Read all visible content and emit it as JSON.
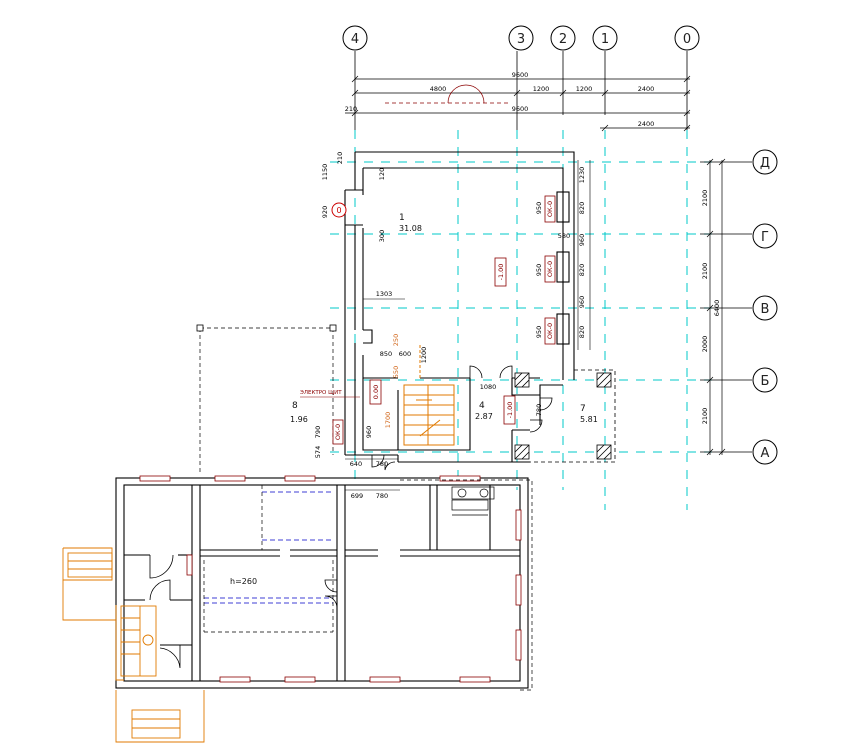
{
  "axes_top": [
    "4",
    "3",
    "2",
    "1",
    "0"
  ],
  "axes_right": [
    "Д",
    "Г",
    "В",
    "Б",
    "А"
  ],
  "dims_top_row1": [
    "9600",
    "4800",
    "1200",
    "1200",
    "2400"
  ],
  "dims_top_row2": [
    "210",
    "9600"
  ],
  "dims_top_row3": [
    "2400"
  ],
  "dims_right": [
    "2100",
    "2100",
    "2000",
    "2100",
    "6400"
  ],
  "rooms": [
    {
      "no": "1",
      "area": "31.08"
    },
    {
      "no": "4",
      "area": "2.87"
    },
    {
      "no": "7",
      "area": "5.81"
    },
    {
      "no": "8",
      "area": "1.96"
    }
  ],
  "windows": [
    "ОК-0",
    "ОК-0",
    "ОК-0",
    "ОК-0"
  ],
  "level_marks": [
    "-1.00",
    "-1.00",
    "0.00"
  ],
  "window_dims": [
    "950",
    "820",
    "950",
    "820",
    "950",
    "820",
    "960",
    "960",
    "1230",
    "580"
  ],
  "misc_dims": [
    "210",
    "1150",
    "120",
    "920",
    "300",
    "1303",
    "850",
    "600",
    "1200",
    "1080",
    "780",
    "960",
    "790",
    "574",
    "640",
    "780",
    "699",
    "780",
    "250",
    "550",
    "1700"
  ],
  "label_power": "ЭЛЕКТРО ЩИТ",
  "height_note": "h=260",
  "marker": "0"
}
